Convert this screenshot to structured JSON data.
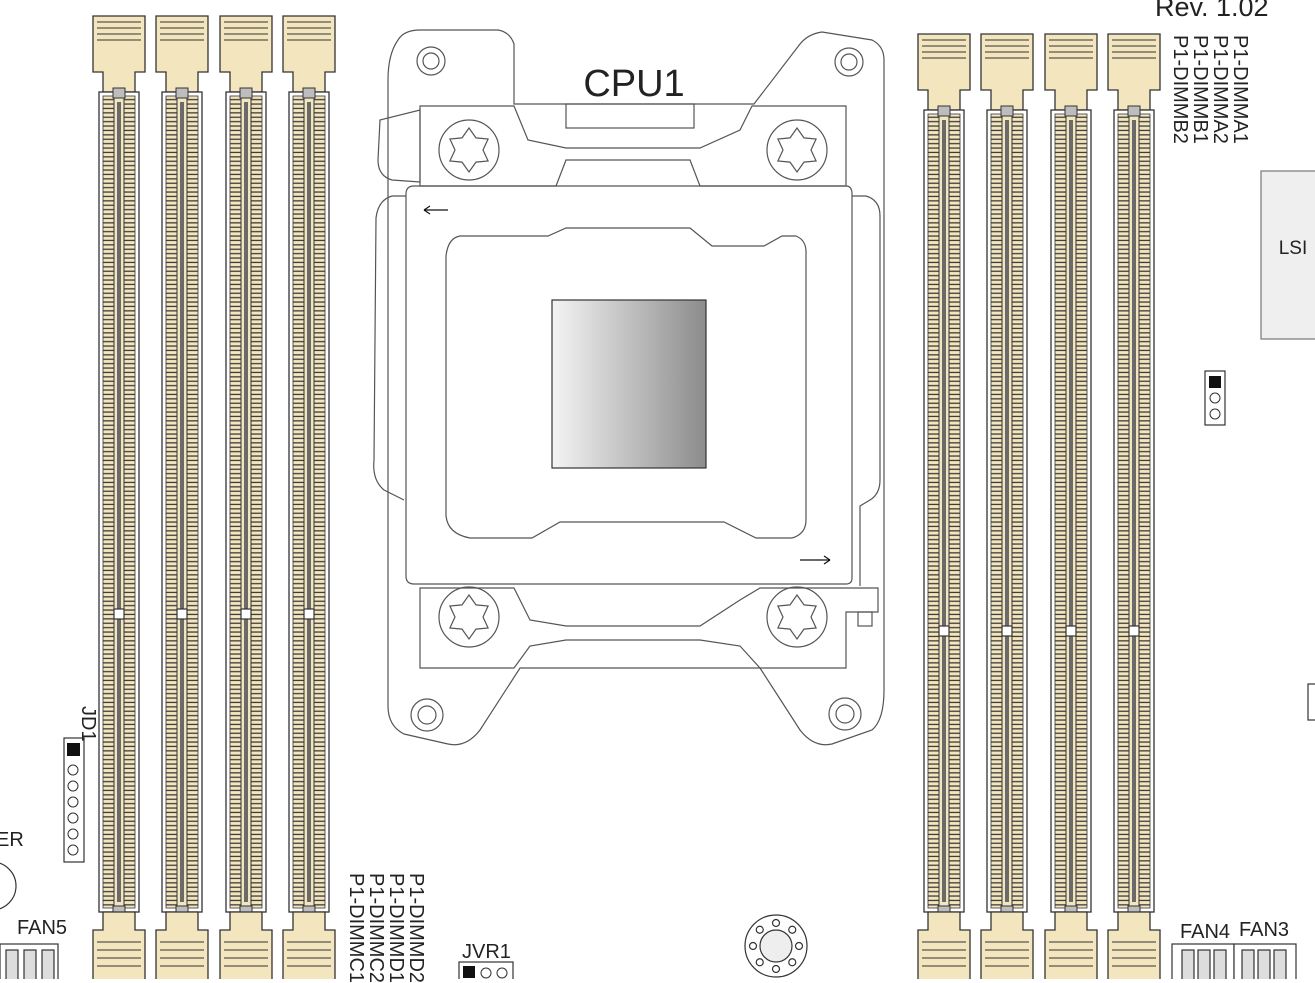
{
  "board": {
    "revision": "Rev. 1.02",
    "cpu_label": "CPU1",
    "chip_label": "LSI",
    "left_dimms": [
      "P1-DIMMD2",
      "P1-DIMMD1",
      "P1-DIMMC2",
      "P1-DIMMC1"
    ],
    "right_dimms": [
      "P1-DIMMA1",
      "P1-DIMMA2",
      "P1-DIMMB1",
      "P1-DIMMB2"
    ],
    "headers": {
      "jd1": "JD1",
      "jvr1": "JVR1",
      "fan5": "FAN5",
      "fan4": "FAN4",
      "fan3": "FAN3",
      "speaker_partial": "ER"
    }
  },
  "colors": {
    "slot_fill": "#f3e6bf",
    "slot_stroke": "#333333",
    "cpu_die_dark": "#8c8c8c",
    "chip_fill": "#efefef"
  }
}
